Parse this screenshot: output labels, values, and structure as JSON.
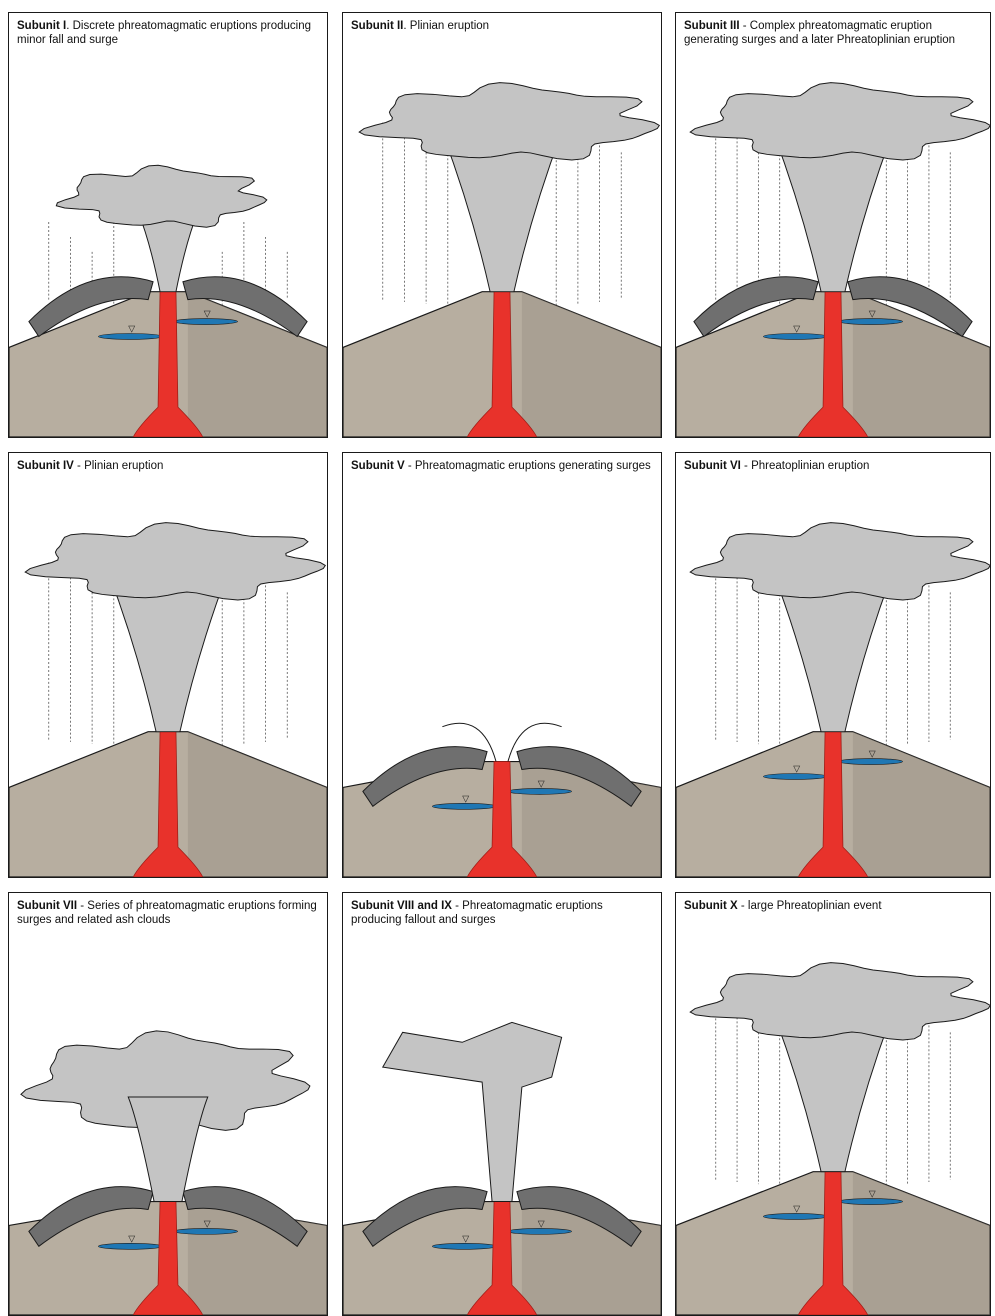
{
  "colors": {
    "magma": "#e8322b",
    "ground": "#b7aea0",
    "ground_shade": "#8f877b",
    "ash_light": "#c4c4c4",
    "ash_dark": "#6f6f6f",
    "water": "#1f77b4",
    "outline": "#1a1a1a"
  },
  "panels": [
    {
      "id": "I",
      "title": "Subunit I",
      "text": ". Discrete phreatomagmatic eruptions producing minor fall and surge"
    },
    {
      "id": "II",
      "title": "Subunit II",
      "text": ". Plinian eruption"
    },
    {
      "id": "III",
      "title": "Subunit III",
      "text": " - Complex phreatomagmatic eruption generating surges and a later Phreatoplinian eruption"
    },
    {
      "id": "IV",
      "title": "Subunit IV",
      "text": " - Plinian eruption"
    },
    {
      "id": "V",
      "title": "Subunit V",
      "text": " - Phreatomagmatic eruptions generating surges"
    },
    {
      "id": "VI",
      "title": "Subunit VI",
      "text": " - Phreatoplinian eruption"
    },
    {
      "id": "VII",
      "title": "Subunit VII",
      "text": " - Series of phreatomagmatic eruptions forming surges and related ash clouds"
    },
    {
      "id": "VIII",
      "title": "Subunit VIII and IX",
      "text": " - Phreatomagmatic eruptions producing fallout and surges"
    },
    {
      "id": "X",
      "title": "Subunit X",
      "text": " - large Phreatoplinian event"
    }
  ]
}
